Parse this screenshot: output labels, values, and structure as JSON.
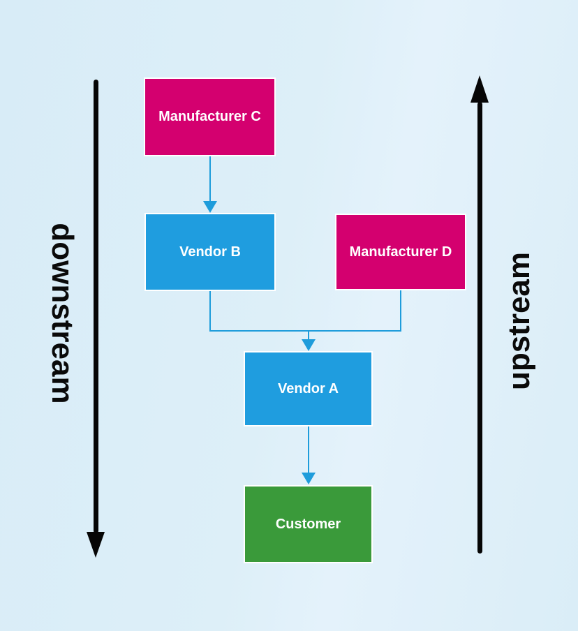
{
  "diagram": {
    "flow_labels": {
      "left": "downstream",
      "right": "upstream"
    },
    "nodes": [
      {
        "id": "manufacturer-c",
        "label": "Manufacturer C",
        "color": "#D4006F"
      },
      {
        "id": "vendor-b",
        "label": "Vendor B",
        "color": "#1F9DDF"
      },
      {
        "id": "manufacturer-d",
        "label": "Manufacturer D",
        "color": "#D4006F"
      },
      {
        "id": "vendor-a",
        "label": "Vendor A",
        "color": "#1F9DDF"
      },
      {
        "id": "customer",
        "label": "Customer",
        "color": "#3A9A3A"
      }
    ],
    "edges": [
      {
        "from": "Manufacturer C",
        "to": "Vendor B"
      },
      {
        "from": "Vendor B",
        "to": "Vendor A"
      },
      {
        "from": "Manufacturer D",
        "to": "Vendor A"
      },
      {
        "from": "Vendor A",
        "to": "Customer"
      }
    ],
    "colors": {
      "background": "#DCEEF8",
      "magenta": "#D4006F",
      "blue": "#1F9DDF",
      "green": "#3A9A3A",
      "connector": "#1E9CDB",
      "flow_arrow": "#060606",
      "node_text": "#FFFFFF"
    }
  }
}
